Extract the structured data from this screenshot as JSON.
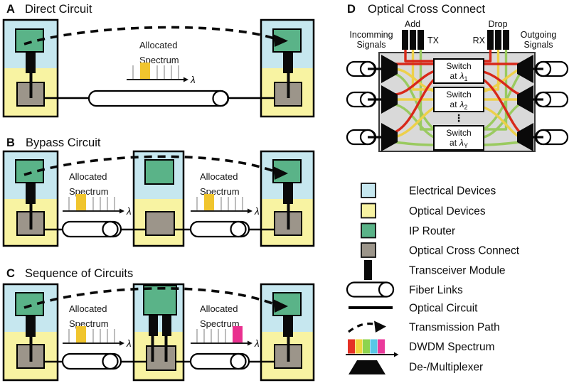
{
  "figure": {
    "panel_a": {
      "letter": "A",
      "title": "Direct Circuit"
    },
    "panel_b": {
      "letter": "B",
      "title": "Bypass Circuit"
    },
    "panel_c": {
      "letter": "C",
      "title": "Sequence of Circuits"
    },
    "panel_d": {
      "letter": "D",
      "title": "Optical Cross Connect",
      "incoming_line1": "Incomming",
      "incoming_line2": "Signals",
      "outgoing_line1": "Outgoing",
      "outgoing_line2": "Signals",
      "add_label": "Add",
      "drop_label": "Drop",
      "tx_label": "TX",
      "rx_label": "RX",
      "switch_word": "Switch",
      "at_word": "at",
      "lambda": "λ",
      "switch_subscripts": [
        "1",
        "2",
        "Y"
      ],
      "ellipsis": "⋮"
    },
    "spectrum_label": {
      "line1": "Allocated",
      "line2": "Spectrum",
      "axis": "λ"
    },
    "legend": {
      "items": [
        {
          "label": "Electrical Devices"
        },
        {
          "label": "Optical Devices"
        },
        {
          "label": "IP Router"
        },
        {
          "label": "Optical Cross Connect"
        },
        {
          "label": "Transceiver Module"
        },
        {
          "label": "Fiber Links"
        },
        {
          "label": "Optical Circuit"
        },
        {
          "label": "Transmission Path"
        },
        {
          "label": "DWDM Spectrum"
        },
        {
          "label": "De-/Multiplexer"
        }
      ]
    },
    "colors": {
      "electrical_blue": "#c6e7ef",
      "optical_yellow": "#f8f3a2",
      "router_green": "#5ab388",
      "oxc_gray": "#9c958a",
      "spectrum_bar_yellow": "#f0c52e",
      "spectrum_bar_pink": "#e9308f",
      "wavelength_red": "#d8291a",
      "wavelength_yellow": "#edd04a",
      "wavelength_green": "#9aca60",
      "dwdm_red": "#e53126",
      "dwdm_yellow": "#f0d63e",
      "dwdm_green": "#8ed44e",
      "dwdm_cyan": "#57c7e7",
      "dwdm_pink": "#ea3a9b"
    }
  }
}
